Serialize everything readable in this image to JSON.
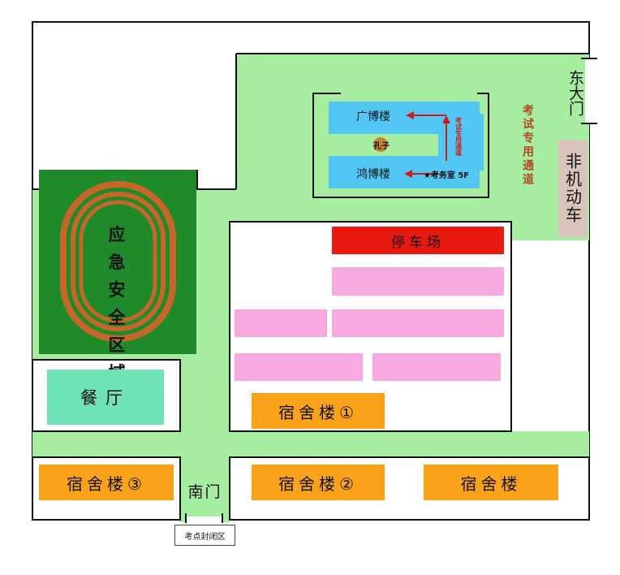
{
  "map": {
    "gates": {
      "east": "东大门",
      "south": "南门",
      "non_motor": "非机动车"
    },
    "areas": {
      "emergency": "应急安全区域",
      "canteen": "餐厅",
      "parking": "停车场",
      "dorm1": "宿舍楼①",
      "dorm2": "宿舍楼②",
      "dorm3": "宿舍楼③",
      "dorm_plain": "宿舍楼"
    },
    "exam_zone": {
      "building_top": "广博楼",
      "building_bottom": "鸿博楼",
      "statue": "孔子",
      "exam_office": "★考务室 5F",
      "special_passage_inner": "考试专用通道",
      "special_passage_outer": "考试专用通道"
    },
    "closed_area_label": "考点封闭区",
    "colors": {
      "campus_green": "#a6eda2",
      "track_field": "#1f8a2a",
      "track_lane": "#c8662a",
      "canteen": "#6fe3b6",
      "parking": "#e8190f",
      "dorm_orange": "#f9a21a",
      "building_blue": "#52c7f4",
      "pink_block": "#f8a9df",
      "non_motor_bg": "#d9c4bc",
      "arrow_red": "#d11a1a",
      "passage_text": "#b5481e"
    }
  }
}
